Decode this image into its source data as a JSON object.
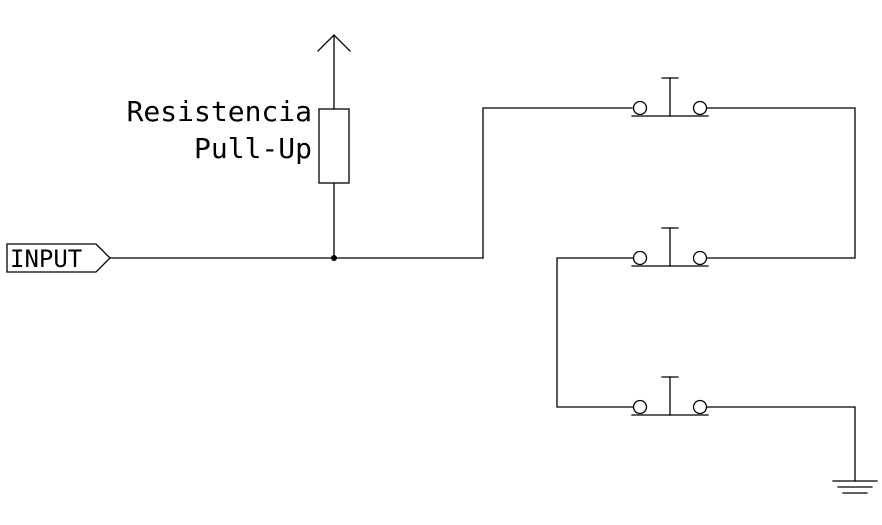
{
  "schematic": {
    "input_label": "INPUT",
    "resistor_label_line1": "Resistencia",
    "resistor_label_line2": "Pull-Up",
    "colors": {
      "line": "#000000",
      "background": "#ffffff"
    },
    "icons": [
      "supply-arrow-icon",
      "resistor-icon",
      "pushbutton-icon",
      "ground-icon",
      "input-port-icon"
    ]
  }
}
